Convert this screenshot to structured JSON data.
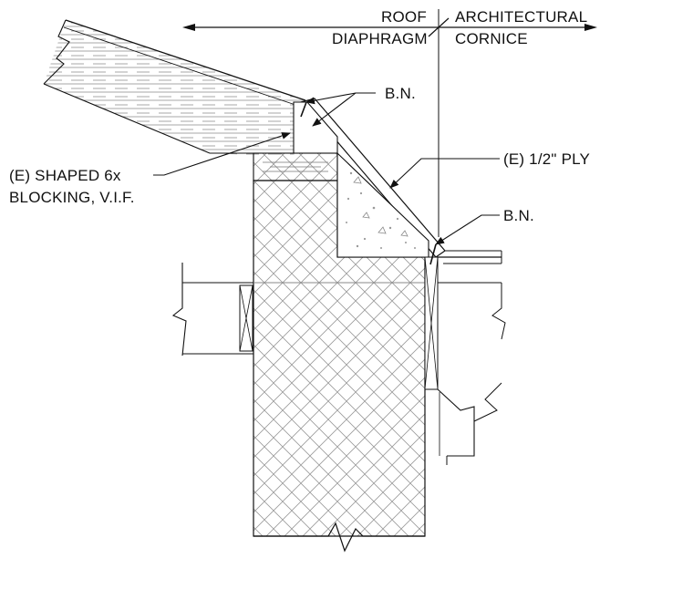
{
  "header": {
    "left_top": "ROOF",
    "left_bottom": "DIAPHRAGM",
    "right_top": "ARCHITECTURAL",
    "right_bottom": "CORNICE"
  },
  "callouts": {
    "bn_upper": "B.N.",
    "ply": "(E) 1/2\" PLY",
    "bn_lower": "B.N.",
    "blocking_line1": "(E) SHAPED 6x",
    "blocking_line2": "BLOCKING, V.I.F."
  },
  "colors": {
    "line": "#111111",
    "hatch": "#9a9a9a",
    "concrete": "#bdbdbd"
  }
}
